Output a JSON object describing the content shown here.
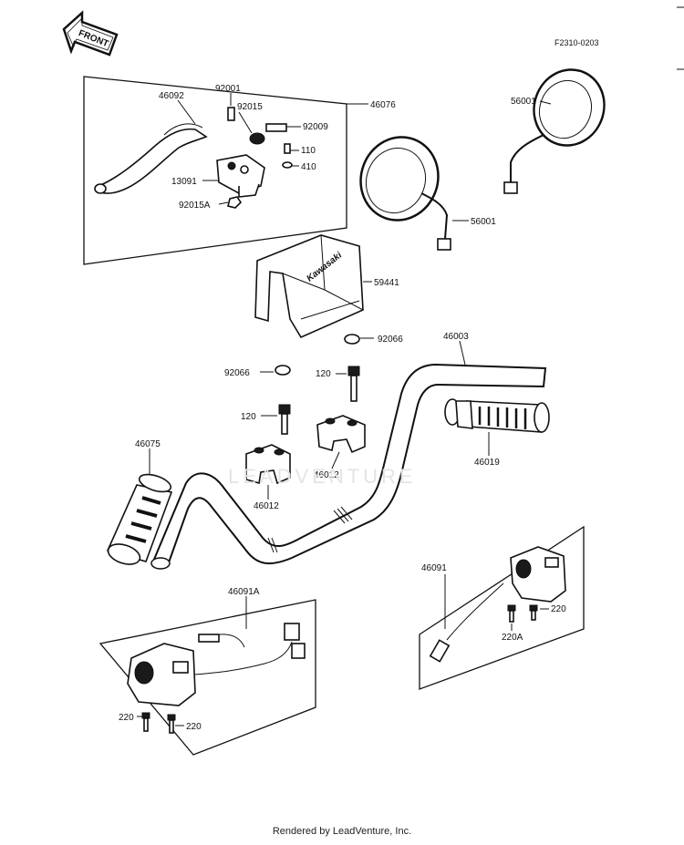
{
  "front_label": "FRONT",
  "figure_code": "F2310-0203",
  "watermark": "LEADVENTURE",
  "footer": "Rendered by LeadVenture, Inc.",
  "kawasaki_logo": "Kawasaki",
  "callouts": {
    "c46092": "46092",
    "c92001": "92001",
    "c92015": "92015",
    "c92009": "92009",
    "c46076": "46076",
    "c110": "110",
    "c410": "410",
    "c13091": "13091",
    "c92015A": "92015A",
    "c56001a": "56001",
    "c56001b": "56001",
    "c59441": "59441",
    "c92066a": "92066",
    "c92066b": "92066",
    "c46003": "46003",
    "c120a": "120",
    "c120b": "120",
    "c46019": "46019",
    "c46075": "46075",
    "c46012a": "46012",
    "c46012b": "46012",
    "c46091": "46091",
    "c220a": "220",
    "c220A": "220A",
    "c46091A": "46091A",
    "c220b": "220",
    "c220c": "220"
  }
}
